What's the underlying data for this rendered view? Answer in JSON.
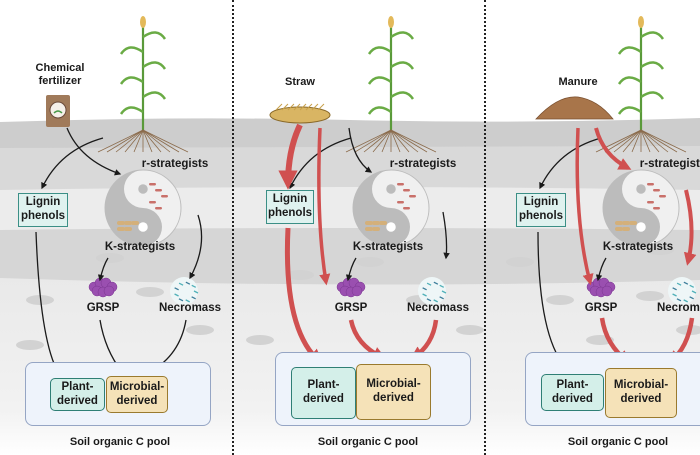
{
  "colors": {
    "enhanced_flux_arrow": "#d05050",
    "normal_flux_arrow": "#1a1a1a",
    "plant_derived_fill": "#d4efe9",
    "microbial_derived_fill": "#f5e2b8",
    "pool_fill": "#eef3fb",
    "lignin_fill": "#dff2ef",
    "grsp_color": "#9a4fb0",
    "soil_dark": "#c9c9c9",
    "soil_light": "#e6e6e6"
  },
  "panels": [
    {
      "id": "chemical-fertilizer",
      "input_label": "Chemical\nfertilizer",
      "input_icon": "fertilizer-bag-icon",
      "r_strategists": "r-strategists",
      "k_strategists": "K-strategists",
      "lignin": "Lignin\nphenols",
      "grsp": "GRSP",
      "necromass": "Necromass",
      "plant_derived": "Plant-\nderived",
      "microbial_derived": "Microbial-\nderived",
      "pool_label": "Soil organic C pool",
      "emphasis": "none"
    },
    {
      "id": "straw",
      "input_label": "Straw",
      "input_icon": "straw-pile-icon",
      "r_strategists": "r-strategists",
      "k_strategists": "K-strategists",
      "lignin": "Lignin\nphenols",
      "grsp": "GRSP",
      "necromass": "Necromass",
      "plant_derived": "Plant-\nderived",
      "microbial_derived": "Microbial-\nderived",
      "pool_label": "Soil organic C pool",
      "emphasis": "plant-and-microbial"
    },
    {
      "id": "manure",
      "input_label": "Manure",
      "input_icon": "manure-pile-icon",
      "r_strategists": "r-strategists",
      "k_strategists": "K-strategists",
      "lignin": "Lignin\nphenols",
      "grsp": "GRSP",
      "necromass": "Necromass",
      "plant_derived": "Plant-\nderived",
      "microbial_derived": "Microbial-\nderived",
      "pool_label": "Soil organic C pool",
      "emphasis": "microbial"
    }
  ]
}
